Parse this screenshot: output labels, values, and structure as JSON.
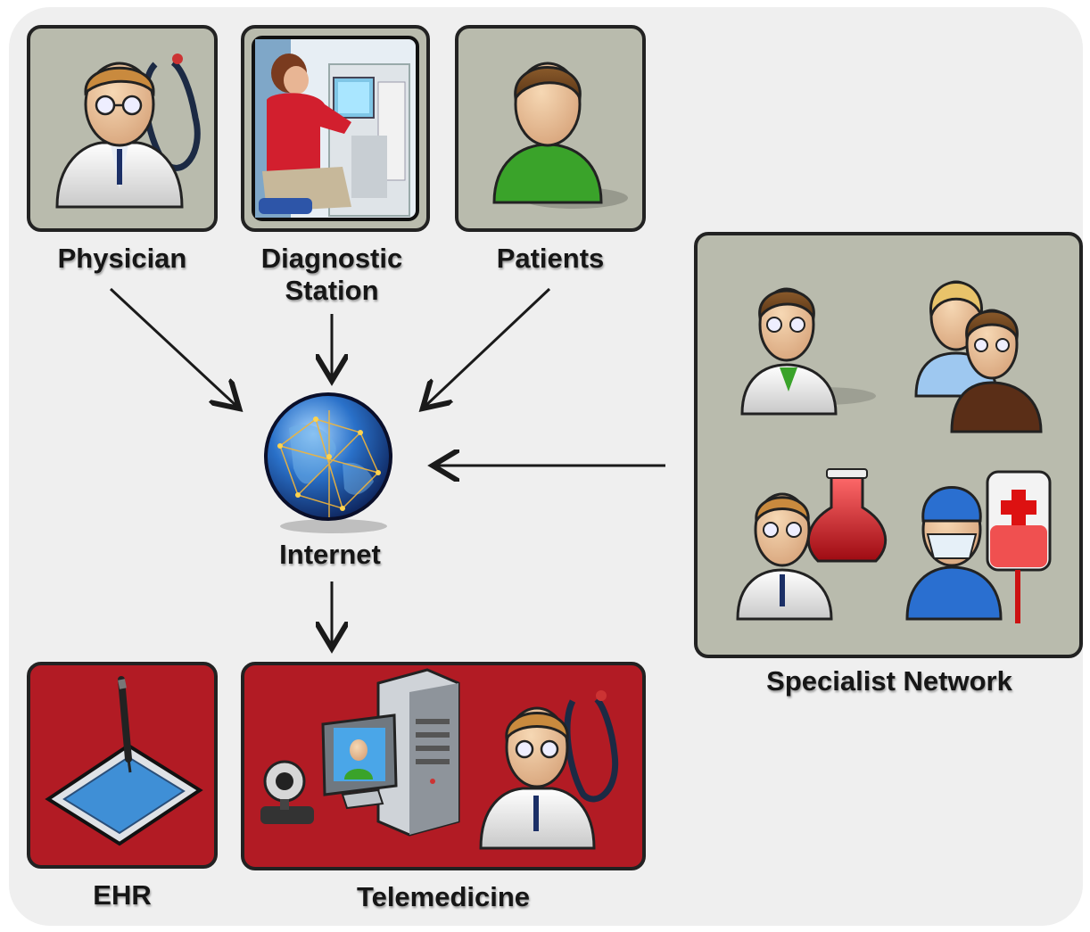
{
  "nodes": {
    "physician": {
      "label": "Physician"
    },
    "diagnostic_station": {
      "label": "Diagnostic\nStation"
    },
    "patients": {
      "label": "Patients"
    },
    "internet": {
      "label": "Internet"
    },
    "specialist_network": {
      "label": "Specialist Network"
    },
    "ehr": {
      "label": "EHR"
    },
    "telemedicine": {
      "label": "Telemedicine"
    }
  },
  "colors": {
    "box_grey": "#b9bbad",
    "box_red": "#b21b24",
    "background": "#efefef",
    "patient_shirt": "#3aa32a"
  },
  "icons": [
    "physician-icon",
    "diagnostic-station-photo",
    "patient-icon",
    "globe-icon",
    "specialist-icon",
    "family-icon",
    "lab-specialist-icon",
    "surgeon-icon",
    "tablet-pen-icon",
    "computer-icon",
    "webcam-icon",
    "server-tower-icon"
  ]
}
